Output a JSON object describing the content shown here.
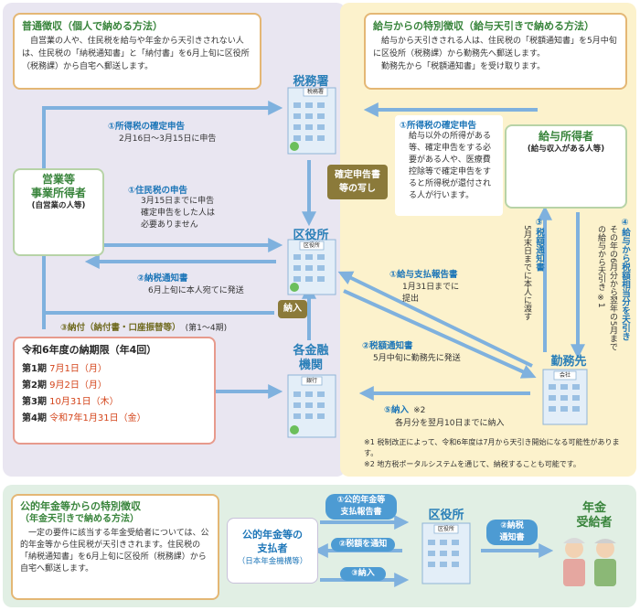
{
  "normal": {
    "title": "普通徴収（個人で納める方法）",
    "body": "自営業の人や、住民税を給与や年金から天引きされない人は、住民税の「納税通知書」と「納付書」を6月上旬に区役所（税務課）から自宅へ郵送します。"
  },
  "special": {
    "title": "給与からの特別徴収（給与天引きで納める方法）",
    "body1": "給与から天引きされる人は、住民税の「税額通知書」を5月中旬に区役所（税務課）から勤務先へ郵送します。",
    "body2": "勤務先から「税額通知書」を受け取ります。"
  },
  "nodes": {
    "tax_office": "税務署",
    "tax_office_sign": "税務署",
    "ward_office": "区役所",
    "ward_office_sign": "区役所",
    "bank_line1": "各金融",
    "bank_line2": "機関",
    "bank_sign": "銀行",
    "workplace": "勤務先",
    "workplace_sign": "会社",
    "self_employed_line1": "営業等",
    "self_employed_line2": "事業所得者",
    "self_employed_sub": "(自営業の人等)",
    "salary_earner": "給与所得者",
    "salary_earner_sub": "(給与収入がある人等)"
  },
  "flows": {
    "f1_label": "①所得税の確定申告",
    "f1_text": "2月16日～3月15日に申告",
    "f2_label": "①住民税の申告",
    "f2_text1": "3月15日までに申告",
    "f2_text2": "確定申告をした人は",
    "f2_text3": "必要ありません",
    "f3_label": "②納税通知書",
    "f3_text": "6月上旬に本人宛てに発送",
    "f4_label": "③納付（納付書・口座振替等）",
    "f4_text": "(第1～4期)",
    "copy_label1": "確定申告書",
    "copy_label2": "等の写し",
    "r1_label": "①所得税の確定申告",
    "r1_text": "給与以外の所得がある等、確定申告をする必要がある人や、医療費控除等で確定申告をすると所得税が還付される人が行います。",
    "r2_label": "①給与支払報告書",
    "r2_text1": "1月31日までに",
    "r2_text2": "提出",
    "r3_label": "②税額通知書",
    "r3_text": "5月中旬に勤務先に発送",
    "r4_label": "⑤納入",
    "r4_note": "※2",
    "r4_text": "各月分を翌月10日までに納入",
    "pay_label": "納入",
    "v3_label": "③税額通知書",
    "v3_text": "5月末日までに本人に渡す",
    "v4_label": "④給与から税額相当分を天引き",
    "v4_text": "その年の6月分から翌年の5月までの給与から天引き ※1"
  },
  "deadlines": {
    "title": "令和6年度の納期限（年4回）",
    "rows": [
      {
        "term": "第1期",
        "date": "7月1日（月）"
      },
      {
        "term": "第2期",
        "date": "9月2日（月）"
      },
      {
        "term": "第3期",
        "date": "10月31日（木）"
      },
      {
        "term": "第4期",
        "date": "令和7年1月31日（金）"
      }
    ]
  },
  "notes": {
    "n1": "※1 税制改正によって、令和6年度は7月から天引き開始になる可能性があります。",
    "n2": "※2 地方税ポータルシステムを通じて、納税することも可能です。"
  },
  "pension": {
    "title": "公的年金等からの特別徴収",
    "subtitle": "（年金天引きで納める方法）",
    "body": "一定の要件に該当する年金受給者については、公的年金等から住民税が天引きされます。住民税の「納税通知書」を6月上旬に区役所（税務課）から自宅へ郵送します。",
    "payer_line1": "公的年金等の",
    "payer_line2": "支払者",
    "payer_sub": "（日本年金機構等）",
    "p1": "①公的年金等",
    "p1b": "支払報告書",
    "p2": "②税額を通知",
    "p3": "③納入",
    "ward": "区役所",
    "ward_sign": "区役所",
    "p4": "②納税",
    "p4b": "通知書",
    "recipient_line1": "年金",
    "recipient_line2": "受給者"
  },
  "colors": {
    "arrow": "#7fb1de",
    "title_green": "#38843b",
    "node_blue": "#1d76b8",
    "deadline_red": "#d4451b"
  }
}
